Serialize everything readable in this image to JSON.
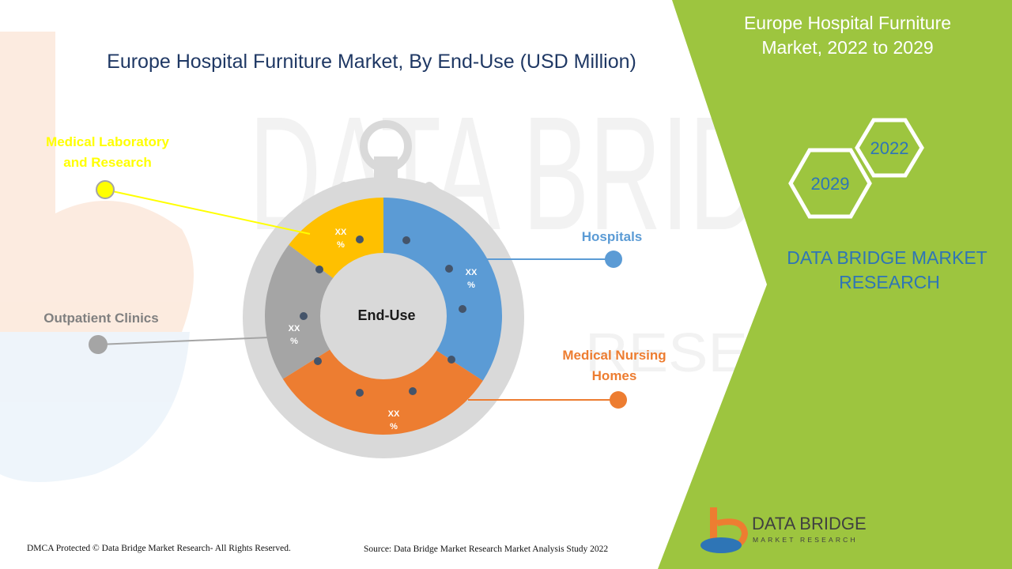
{
  "title": "Europe Hospital Furniture Market, By End-Use (USD Million)",
  "side_panel": {
    "title_line1": "Europe Hospital Furniture",
    "title_line2": "Market, 2022 to 2029",
    "hex_years": [
      "2022",
      "2029"
    ],
    "brand_line1": "DATA BRIDGE MARKET",
    "brand_line2": "RESEARCH"
  },
  "chart_data": {
    "type": "pie",
    "variant": "donut",
    "center_label": "End-Use",
    "categories": [
      "Hospitals",
      "Medical Nursing Homes",
      "Outpatient Clinics",
      "Medical Laboratory and Research"
    ],
    "series": [
      {
        "values_text": [
          "XX\n%",
          "XX\n%",
          "XX\n%",
          "XX\n%"
        ],
        "colors": [
          "#5b9bd5",
          "#ed7d31",
          "#a5a5a5",
          "#ffc000"
        ]
      }
    ],
    "label_colors": [
      "#5b9bd5",
      "#ed7d31",
      "#808080",
      "#ffff00"
    ]
  },
  "labels": {
    "hospitals": "Hospitals",
    "nursing_line1": "Medical Nursing",
    "nursing_line2": "Homes",
    "outpatient": "Outpatient Clinics",
    "lab_line1": "Medical Laboratory",
    "lab_line2": "and Research",
    "pct_line1": "XX",
    "pct_line2": "%"
  },
  "watermark": {
    "line1": "DATA BRIDGE",
    "line2": "RESEARCH"
  },
  "footer": {
    "copyright": "DMCA Protected © Data Bridge Market Research- All Rights Reserved.",
    "source": "Source: Data Bridge Market Research Market Analysis Study 2022"
  },
  "logo": {
    "name": "DATA BRIDGE",
    "tagline": "MARKET RESEARCH"
  },
  "colors": {
    "accent_green": "#9dc53f",
    "dial_gray": "#d9d9d9",
    "title_navy": "#1f3864",
    "brand_blue": "#2e75b6"
  }
}
